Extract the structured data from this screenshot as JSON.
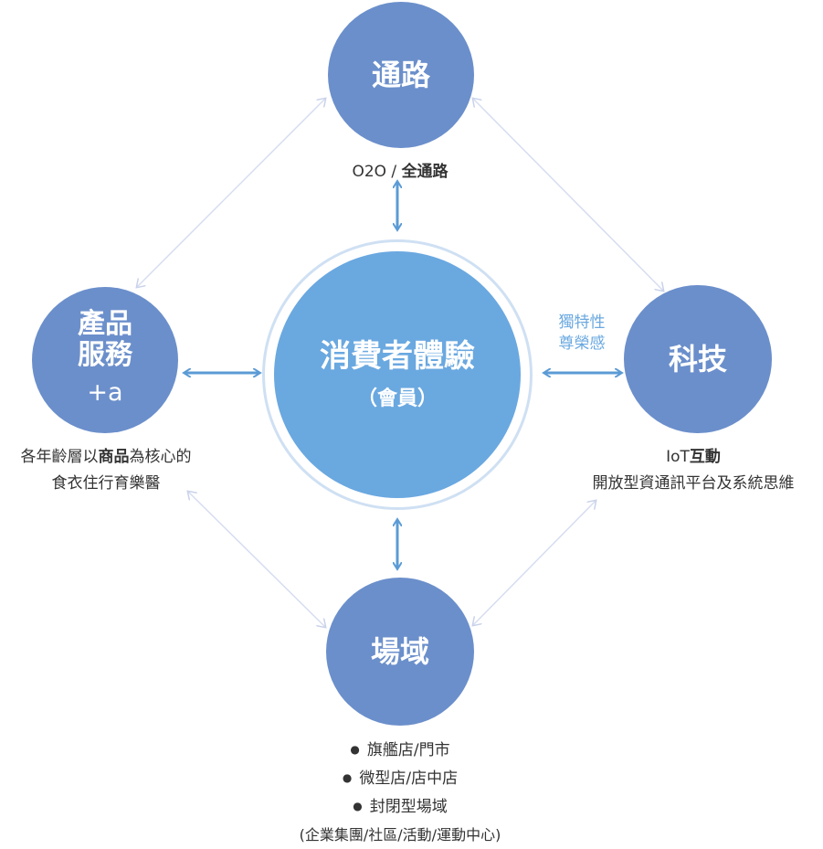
{
  "nodes": {
    "top": {
      "title": "通路"
    },
    "left": {
      "title_line1": "產品",
      "title_line2": "服務",
      "title_line3": "+a"
    },
    "right": {
      "title": "科技"
    },
    "bottom": {
      "title": "場域"
    },
    "center": {
      "title": "消費者體驗",
      "subtitle": "（會員）"
    }
  },
  "labels": {
    "top": {
      "prefix": "O2O / ",
      "bold": "全通路"
    },
    "left": {
      "line1_a": "各年齡層以",
      "line1_bold": "商品",
      "line1_b": "為核心的",
      "line2": "食衣住行育樂醫"
    },
    "right": {
      "line1_a": "IoT",
      "line1_bold": "互動",
      "line2": "開放型資通訊平台及系統思維"
    },
    "side_right": {
      "line1": "獨特性",
      "line2": "尊榮感"
    },
    "bottom": {
      "items": [
        "旗艦店/門市",
        "微型店/店中店",
        "封閉型場域"
      ],
      "note": "(企業集團/社區/活動/運動中心)"
    }
  },
  "colors": {
    "node": "#6b8fcb",
    "center": "#6aa8e0",
    "ring": "#cfe0f3",
    "arrow_dark": "#5b9bd5",
    "arrow_light": "#d6ddf0"
  }
}
